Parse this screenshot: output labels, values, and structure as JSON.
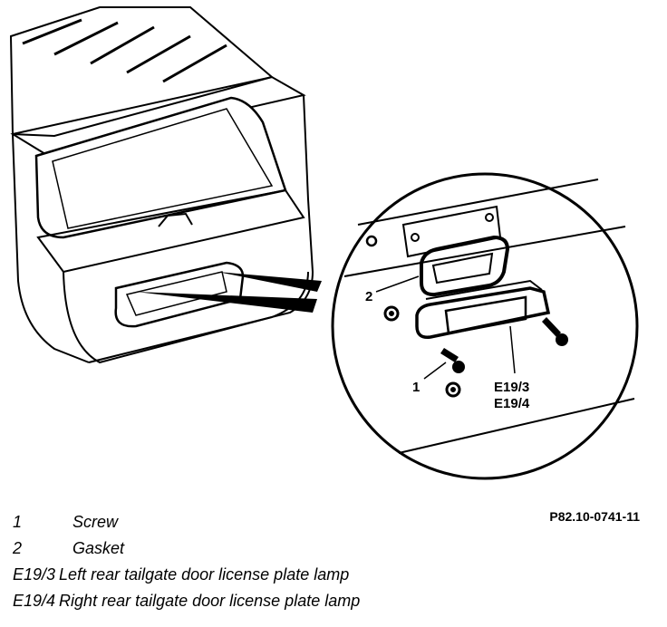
{
  "callouts": {
    "screw": "1",
    "gasket": "2",
    "lamp_left": "E19/3",
    "lamp_right": "E19/4"
  },
  "figure_ref": "P82.10-0741-11",
  "legend": [
    {
      "key": "1",
      "desc": "Screw"
    },
    {
      "key": "2",
      "desc": "Gasket"
    },
    {
      "key": "E19/3",
      "desc": "Left rear tailgate door license plate lamp"
    },
    {
      "key": "E19/4",
      "desc": "Right rear tailgate door license plate lamp"
    }
  ]
}
